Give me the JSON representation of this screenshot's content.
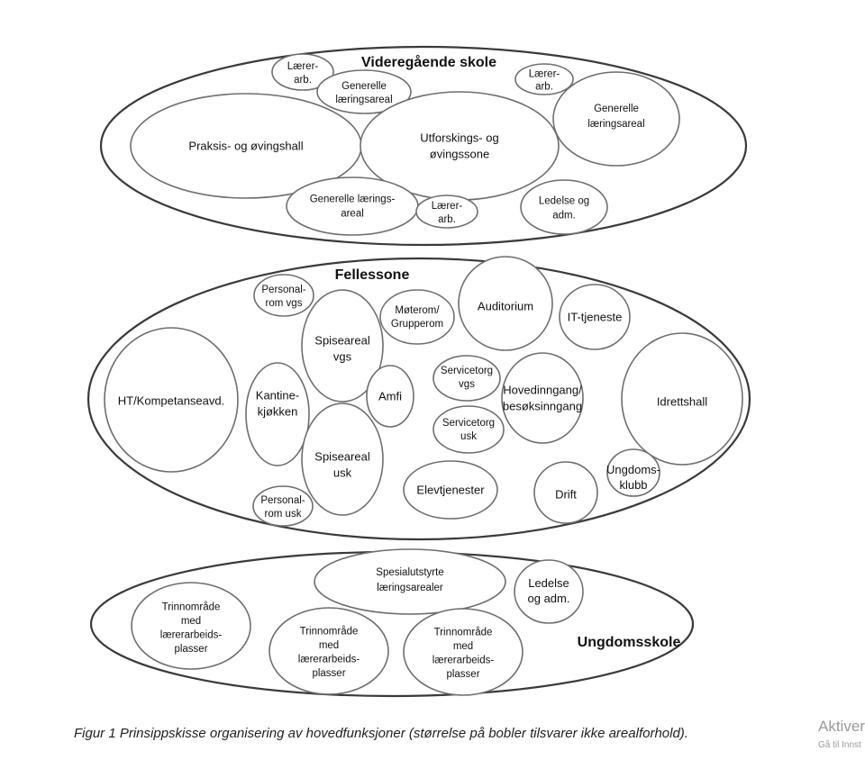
{
  "zones": {
    "vgs": "Videregående skole",
    "fellessone": "Fellessone",
    "ungdomsskole": "Ungdomsskole"
  },
  "bubbles": {
    "vgs_larer1": [
      "Lærer-",
      "arb."
    ],
    "vgs_gen1": [
      "Generelle",
      "læringsareal"
    ],
    "vgs_larer2": [
      "Lærer-",
      "arb."
    ],
    "vgs_gen2": [
      "Generelle",
      "læringsareal"
    ],
    "vgs_praksis": [
      "Praksis- og øvingshall"
    ],
    "vgs_utforsk": [
      "Utforskings- og",
      "øvingssone"
    ],
    "vgs_gen3": [
      "Generelle lærings-",
      "areal"
    ],
    "vgs_larer3": [
      "Lærer-",
      "arb."
    ],
    "vgs_ledelse": [
      "Ledelse og",
      "adm."
    ],
    "fs_personal_vgs": [
      "Personal-",
      "rom vgs"
    ],
    "fs_spise_vgs": [
      "Spiseareal",
      "vgs"
    ],
    "fs_moterom": [
      "Møterom/",
      "Grupperom"
    ],
    "fs_auditorium": [
      "Auditorium"
    ],
    "fs_it": [
      "IT-tjeneste"
    ],
    "fs_ht": [
      "HT/Kompetanseavd."
    ],
    "fs_kantine": [
      "Kantine-",
      "kjøkken"
    ],
    "fs_amfi": [
      "Amfi"
    ],
    "fs_service_vgs": [
      "Servicetorg",
      "vgs"
    ],
    "fs_hovedinngang": [
      "Hovedinngang/",
      "besøksinngang"
    ],
    "fs_idrettshall": [
      "Idrettshall"
    ],
    "fs_service_usk": [
      "Servicetorg",
      "usk"
    ],
    "fs_spise_usk": [
      "Spiseareal",
      "usk"
    ],
    "fs_ungdomsklubb": [
      "Ungdoms-",
      "klubb"
    ],
    "fs_elevtjenester": [
      "Elevtjenester"
    ],
    "fs_drift": [
      "Drift"
    ],
    "fs_personal_usk": [
      "Personal-",
      "rom usk"
    ],
    "usk_spesial": [
      "Spesialutstyrte",
      "læringsarealer"
    ],
    "usk_ledelse": [
      "Ledelse",
      "og adm."
    ],
    "usk_trinn1": [
      "Trinnområde",
      "med",
      "lærerarbeids-",
      "plasser"
    ],
    "usk_trinn2": [
      "Trinnområde",
      "med",
      "lærerarbeids-",
      "plasser"
    ],
    "usk_trinn3": [
      "Trinnområde",
      "med",
      "lærerarbeids-",
      "plasser"
    ]
  },
  "caption": "Figur 1 Prinsippskisse organisering av hovedfunksjoner (størrelse på bobler tilsvarer ikke arealforhold).",
  "watermark": {
    "line1": "Aktiver V",
    "line2": "Gå til Innst"
  }
}
